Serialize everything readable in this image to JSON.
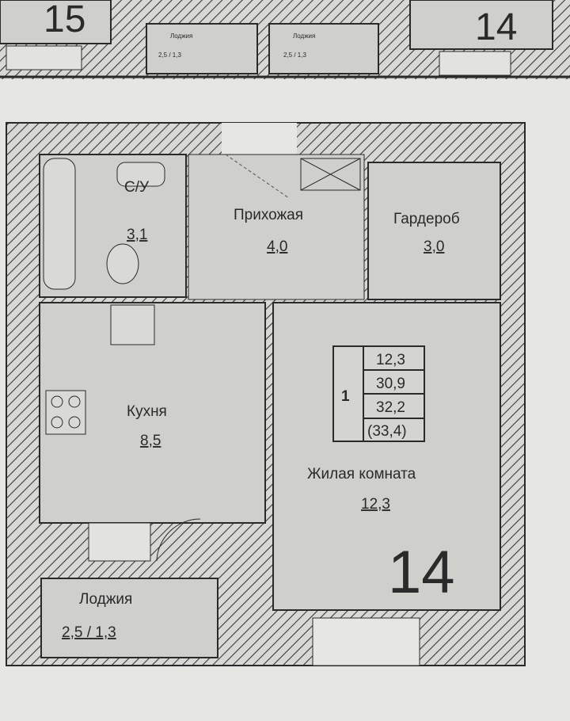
{
  "neighbors": {
    "left_unit": "15",
    "right_unit": "14",
    "loggia_left": {
      "name": "Лоджия",
      "area": "2,5 / 1,3"
    },
    "loggia_right": {
      "name": "Лоджия",
      "area": "2,5 / 1,3"
    }
  },
  "rooms": {
    "bathroom": {
      "name": "С/У",
      "area": "3,1"
    },
    "hallway": {
      "name": "Прихожая",
      "area": "4,0"
    },
    "wardrobe": {
      "name": "Гардероб",
      "area": "3,0"
    },
    "kitchen": {
      "name": "Кухня",
      "area": "8,5"
    },
    "living_room": {
      "name": "Жилая комната",
      "area": "12,3"
    },
    "loggia": {
      "name": "Лоджия",
      "area": "2,5 / 1,3"
    }
  },
  "apartment": {
    "number": "14",
    "rooms_count": "1",
    "living_area": "12,3",
    "total_area": "30,9",
    "total_with_loggia": "32,2",
    "total_full_loggia": "(33,4)"
  },
  "colors": {
    "paper": "#e6e6e3",
    "room": "#cfcfcc",
    "wall": "#2a2a2a"
  }
}
